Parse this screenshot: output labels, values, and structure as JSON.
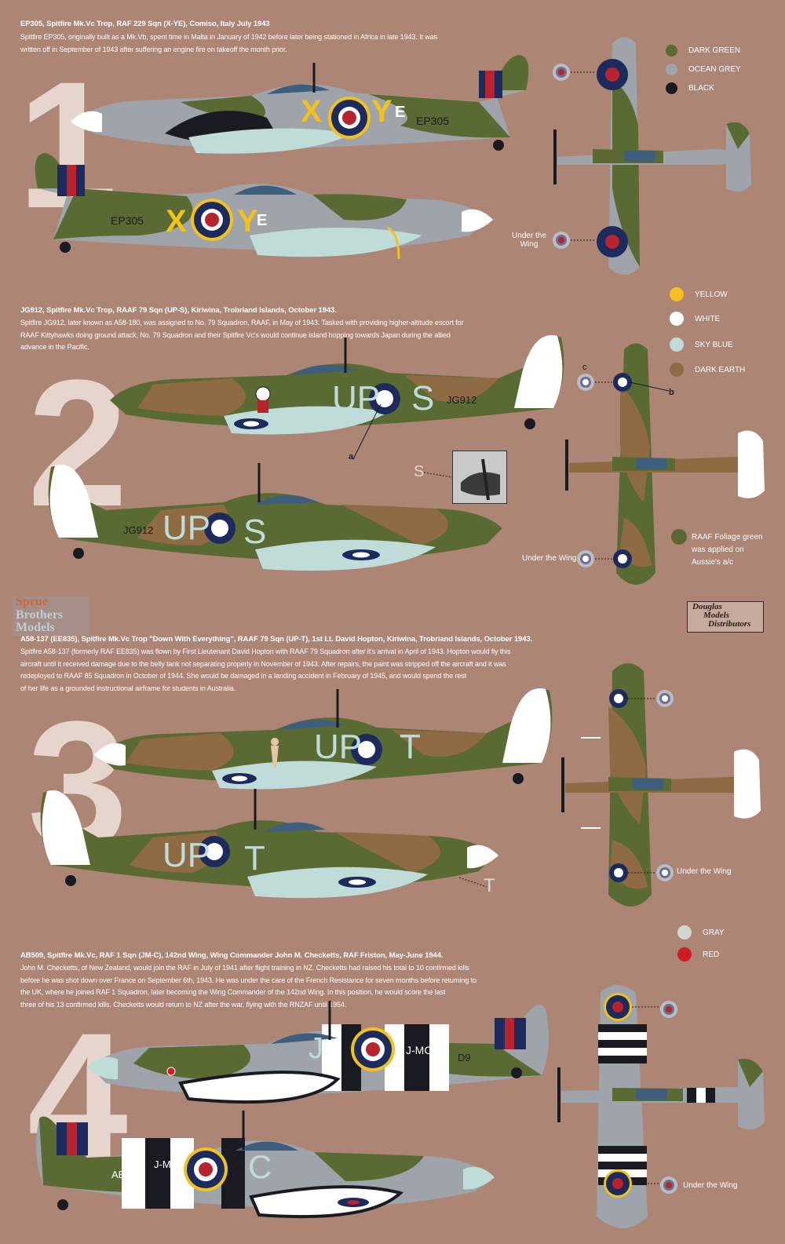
{
  "colors": {
    "background": "#ad8575",
    "dark_green": "#5a6a33",
    "ocean_grey": "#9fa3aa",
    "black": "#1a1a22",
    "yellow": "#f3c01e",
    "white": "#ffffff",
    "sky_blue": "#bfdcd8",
    "dark_earth": "#8e6b43",
    "raaf_foliage_green": "#5a6633",
    "gray": "#d4d4d4",
    "red": "#d01d22",
    "roundel_blue": "#1c2a5e",
    "roundel_red": "#b8232d",
    "code_yellow": "#f2c21a"
  },
  "legend_top": [
    {
      "label": "DARK GREEN",
      "color": "#5a6a33"
    },
    {
      "label": "OCEAN GREY",
      "color": "#9fa3aa"
    },
    {
      "label": "BLACK",
      "color": "#1a1a22"
    }
  ],
  "legend_mid": [
    {
      "label": "YELLOW",
      "color": "#f3c01e"
    },
    {
      "label": "WHITE",
      "color": "#ffffff"
    },
    {
      "label": "SKY BLUE",
      "color": "#bfdcd8"
    },
    {
      "label": "DARK EARTH",
      "color": "#8e6b43"
    }
  ],
  "legend_bottom": [
    {
      "label": "GRAY",
      "color": "#d4d4d4"
    },
    {
      "label": "RED",
      "color": "#d01d22"
    }
  ],
  "raaf_note": {
    "line1": "RAAF Foliage green",
    "line2": "was applied on",
    "line3": "Aussie's a/c"
  },
  "logos": {
    "sprue_line1": "Sprue",
    "sprue_line2": "Brothers",
    "sprue_line3": "Models",
    "douglas_line1": "Douglas",
    "douglas_line2": "Models",
    "douglas_line3": "Distributors"
  },
  "aircraft": [
    {
      "number": "1",
      "title": "EP305, Spitfire Mk.Vc Trop, RAF 229 Sqn (X-YE), Comiso, Italy July 1943",
      "description": [
        "Spitfire EP305, originally built as a Mk.Vb, spent time in Malta in January of 1942 before later being stationed in Africa in late 1943. It was",
        "written off in September of 1943 after suffering an engine fire on takeoff the month prior."
      ],
      "codes": {
        "left": "X",
        "right": "Y",
        "small": "E",
        "serial": "EP305"
      },
      "under_wing_line1": "Under the",
      "under_wing_line2": "Wing"
    },
    {
      "number": "2",
      "title": "JG912, Spitfire Mk.Vc Trop, RAAF 79 Sqn (UP-S), Kiriwina, Trobriand Islands, October 1943.",
      "description": [
        "Spitfire JG912, later known as A58-180, was assigned to No. 79 Squadron, RAAF, in May of 1943. Tasked with providing higher-altitude escort for",
        "RAAF Kittyhawks doing ground attack, No. 79 Squadron and their Spitfire Vc's would continue island hopping towards Japan during the allied",
        "advance in the Pacific."
      ],
      "codes": {
        "left": "UP",
        "right": "S",
        "serial": "JG912"
      },
      "callouts": {
        "a": "a",
        "b": "b",
        "c": "c",
        "s": "S"
      },
      "under_wing": "Under the Wing"
    },
    {
      "number": "3",
      "title": "A58-137 (EE835), Spitfire Mk.Vc Trop \"Down With Everything\", RAAF 79 Sqn (UP-T), 1st Lt. David Hopton, Kiriwina, Trobriand Islands, October 1943.",
      "description": [
        "Spitfire A58-137 (formerly RAF EE835) was flown by First Lieutenant David Hopton with RAAF 79 Squadron after it's arrival in April of 1943. Hopton would fly this",
        "aircraft until it received damage due to the belly tank not separating properly in November of 1943. After repairs, the paint was stripped off the aircraft and it was",
        "redeployed to RAAF 85 Squadron in October of 1944. She would be damaged in a landing accident in February of 1945, and would spend the rest",
        "of her life as a grounded instructional airframe for students in Australia."
      ],
      "codes": {
        "left": "UP",
        "right": "T"
      },
      "callouts": {
        "t": "T"
      },
      "under_wing": "Under the Wing"
    },
    {
      "number": "4",
      "title": "AB509, Spitfire Mk.Vc, RAF 1 Sqn (JM-C), 142nd Wing, Wing Commander John M. Checketts, RAF Friston, May-June 1944.",
      "description": [
        "John M. Checketts, of New Zealand, would join the RAF in July of 1941 after flight training in NZ. Checketts had raised his total to 10 confirmed kills",
        "before he was shot down over France on September 6th, 1943. He was under the care of the French Resistance for seven months before returning to",
        "the UK, where he joined RAF 1 Squadron, later becoming the Wing Commander of the 142nd Wing. In this position, he would score the last",
        "three of his 13 confirmed kills. Checketts would return to NZ after the war, flying with the RNZAF until 1954."
      ],
      "codes": {
        "left": "J",
        "right": "C",
        "initials": "J-MC",
        "serial_a": "D9",
        "serial_b": "AB"
      },
      "under_wing": "Under the Wing"
    }
  ]
}
